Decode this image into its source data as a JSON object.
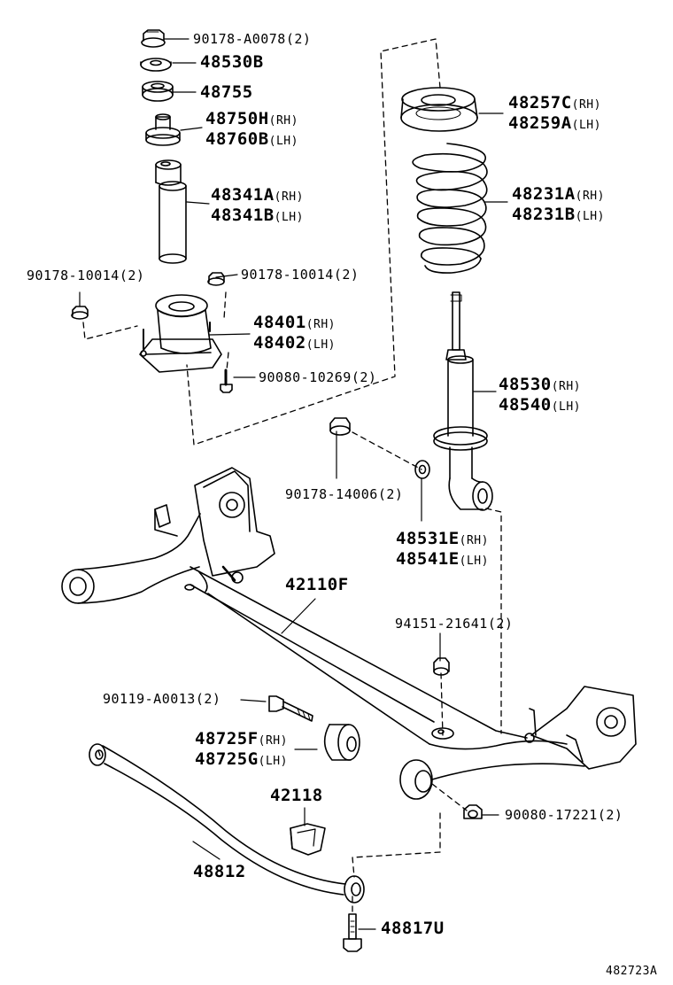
{
  "diagram_id": "482723A",
  "parts": [
    {
      "id": "nut_top",
      "number": "90178-A0078",
      "qty": "(2)"
    },
    {
      "id": "washer",
      "number": "48530B"
    },
    {
      "id": "bumper_ring",
      "number": "48755"
    },
    {
      "id": "bushing",
      "number": "48750H",
      "side": "(RH)",
      "number2": "48760B",
      "side2": "(LH)"
    },
    {
      "id": "dust_boot",
      "number": "48341A",
      "side": "(RH)",
      "number2": "48341B",
      "side2": "(LH)"
    },
    {
      "id": "nut_left",
      "number": "90178-10014",
      "qty": "(2)"
    },
    {
      "id": "nut_right",
      "number": "90178-10014",
      "qty": "(2)"
    },
    {
      "id": "mount",
      "number": "48401",
      "side": "(RH)",
      "number2": "48402",
      "side2": "(LH)"
    },
    {
      "id": "bolt_mount",
      "number": "90080-10269",
      "qty": "(2)"
    },
    {
      "id": "spring_seat",
      "number": "48257C",
      "side": "(RH)",
      "number2": "48259A",
      "side2": "(LH)"
    },
    {
      "id": "coil_spring",
      "number": "48231A",
      "side": "(RH)",
      "number2": "48231B",
      "side2": "(LH)"
    },
    {
      "id": "shock",
      "number": "48530",
      "side": "(RH)",
      "number2": "48540",
      "side2": "(LH)"
    },
    {
      "id": "nut_lower",
      "number": "90178-14006",
      "qty": "(2)"
    },
    {
      "id": "shock_bush",
      "number": "48531E",
      "side": "(RH)",
      "number2": "48541E",
      "side2": "(LH)"
    },
    {
      "id": "axle_beam",
      "number": "42110F"
    },
    {
      "id": "beam_nut",
      "number": "94151-21641",
      "qty": "(2)"
    },
    {
      "id": "arm_bolt",
      "number": "90119-A0013",
      "qty": "(2)"
    },
    {
      "id": "arm_bush",
      "number": "48725F",
      "side": "(RH)",
      "number2": "48725G",
      "side2": "(LH)"
    },
    {
      "id": "bracket",
      "number": "42118"
    },
    {
      "id": "lateral_rod",
      "number": "48812"
    },
    {
      "id": "bolt_rod",
      "number": "90080-17221",
      "qty": "(2)"
    },
    {
      "id": "rod_bolt",
      "number": "48817U"
    }
  ]
}
